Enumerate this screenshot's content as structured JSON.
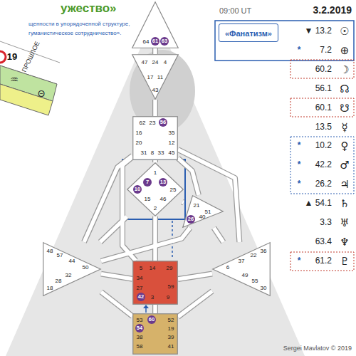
{
  "diagram": {
    "title": "ужество»",
    "nodes": [
      {
        "text": [
          "64",
          "61",
          "63"
        ]
      },
      {
        "text": [
          "47",
          "24",
          "4",
          "17",
          "11",
          "43"
        ]
      },
      {
        "text": [
          "62",
          "23",
          "56",
          "16",
          "35",
          "20",
          "12",
          "31",
          "8",
          "33",
          "45"
        ]
      },
      {
        "text": [
          "1",
          "7",
          "13",
          "10",
          "25",
          "15",
          "46",
          "2"
        ]
      },
      {
        "text": [
          "21",
          "51",
          "26",
          "40"
        ]
      },
      {
        "text": [
          "48",
          "57",
          "44",
          "50",
          "32",
          "28",
          "18"
        ]
      },
      {
        "text": [
          "36",
          "22",
          "37",
          "6",
          "49",
          "55",
          "30"
        ]
      },
      {
        "text": [
          "5",
          "14",
          "29",
          "34",
          "27",
          "59",
          "42",
          "3",
          "9"
        ]
      },
      {
        "text": [
          "53",
          "60",
          "52",
          "54",
          "19",
          "38",
          "39",
          "58",
          "41"
        ]
      },
      {
        "text": [
          "«Фанатизм»"
        ]
      }
    ],
    "edges": [
      {
        "from": 0,
        "to": 1,
        "arrow": "none"
      },
      {
        "from": 1,
        "to": 2,
        "arrow": "none"
      },
      {
        "from": 2,
        "to": 3,
        "arrow": "none"
      },
      {
        "from": 2,
        "to": 4,
        "arrow": "none"
      },
      {
        "from": 2,
        "to": 5,
        "arrow": "none"
      },
      {
        "from": 2,
        "to": 6,
        "arrow": "none"
      },
      {
        "from": 2,
        "to": 7,
        "arrow": "none"
      },
      {
        "from": 3,
        "to": 4,
        "arrow": "none"
      },
      {
        "from": 3,
        "to": 7,
        "arrow": "none"
      },
      {
        "from": 3,
        "to": 5,
        "arrow": "none"
      },
      {
        "from": 4,
        "to": 5,
        "arrow": "none"
      },
      {
        "from": 4,
        "to": 6,
        "arrow": "none"
      },
      {
        "from": 5,
        "to": 7,
        "arrow": "none"
      },
      {
        "from": 5,
        "to": 8,
        "arrow": "none"
      },
      {
        "from": 6,
        "to": 7,
        "arrow": "none"
      },
      {
        "from": 6,
        "to": 8,
        "arrow": "none"
      },
      {
        "from": 7,
        "to": 8,
        "arrow": "none"
      }
    ],
    "labels": [
      "ПРОШЛОЕ",
      "19",
      "♒",
      "Θ",
      "щенности в упорядоченной структуре,",
      "гуманистическое сотрудничество».",
      "09:00 UT",
      "3.2.2019",
      "▼ 13.2",
      "☉",
      "*",
      "7.2",
      "⊕",
      "60.2",
      "☽",
      "56.1",
      "☊",
      "60.1",
      "☋",
      "13.5",
      "☿",
      "*",
      "10.2",
      "♀",
      "*",
      "42.2",
      "♂",
      "*",
      "26.2",
      "♃",
      "▲ 54.1",
      "♄",
      "3.3",
      "♅",
      "63.4",
      "♆",
      "*",
      "61.2",
      "♇",
      "Sergei Mavlatov © 2019"
    ]
  }
}
